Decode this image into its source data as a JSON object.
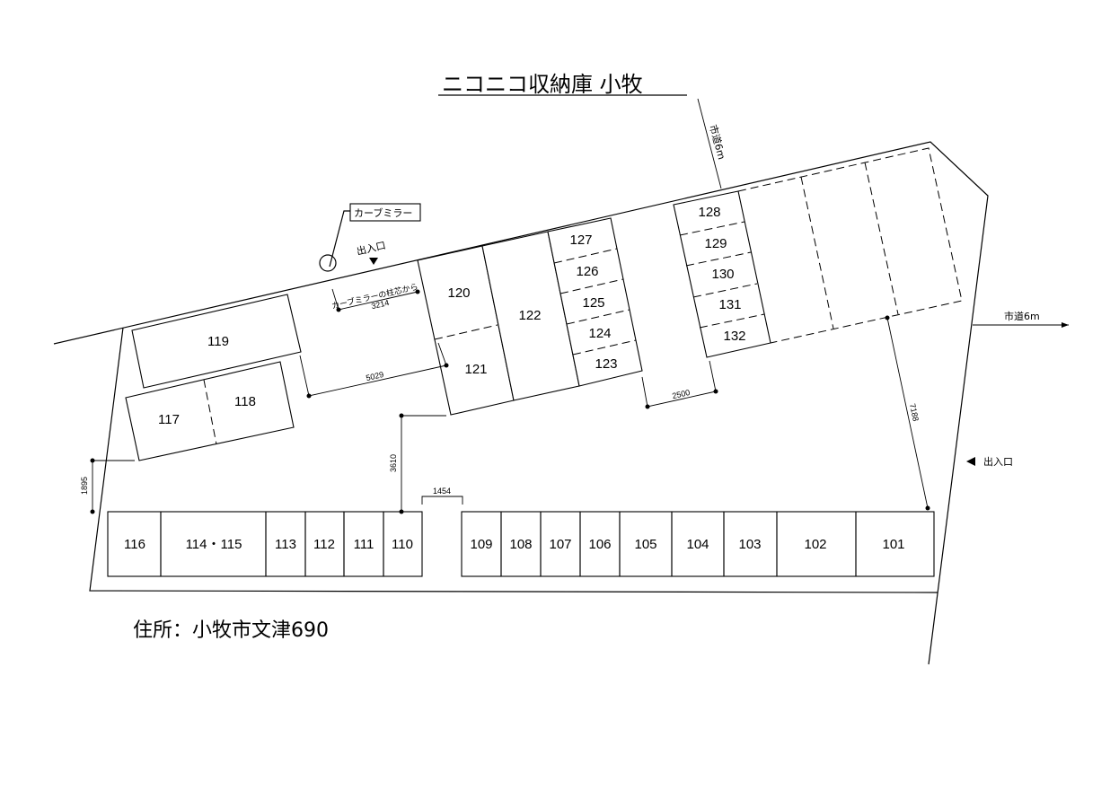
{
  "title": "ニコニコ収納庫 小牧",
  "address": "住所：小牧市文津690",
  "labels": {
    "curve_mirror": "カーブミラー",
    "entrance_top": "出入口",
    "entrance_right": "出入口",
    "road_top": "市道6m",
    "road_right": "市道6m",
    "mirror_note": "カーブミラーの柱芯から"
  },
  "dimensions": {
    "d3214": "3214",
    "d5029": "5029",
    "d2500": "2500",
    "d7188": "7188",
    "d3610": "3610",
    "d1895": "1895",
    "d1454": "1454"
  },
  "units": {
    "u101": "101",
    "u102": "102",
    "u103": "103",
    "u104": "104",
    "u105": "105",
    "u106": "106",
    "u107": "107",
    "u108": "108",
    "u109": "109",
    "u110": "110",
    "u111": "111",
    "u112": "112",
    "u113": "113",
    "u114_115": "114・115",
    "u116": "116",
    "u117": "117",
    "u118": "118",
    "u119": "119",
    "u120": "120",
    "u121": "121",
    "u122": "122",
    "u123": "123",
    "u124": "124",
    "u125": "125",
    "u126": "126",
    "u127": "127",
    "u128": "128",
    "u129": "129",
    "u130": "130",
    "u131": "131",
    "u132": "132"
  }
}
